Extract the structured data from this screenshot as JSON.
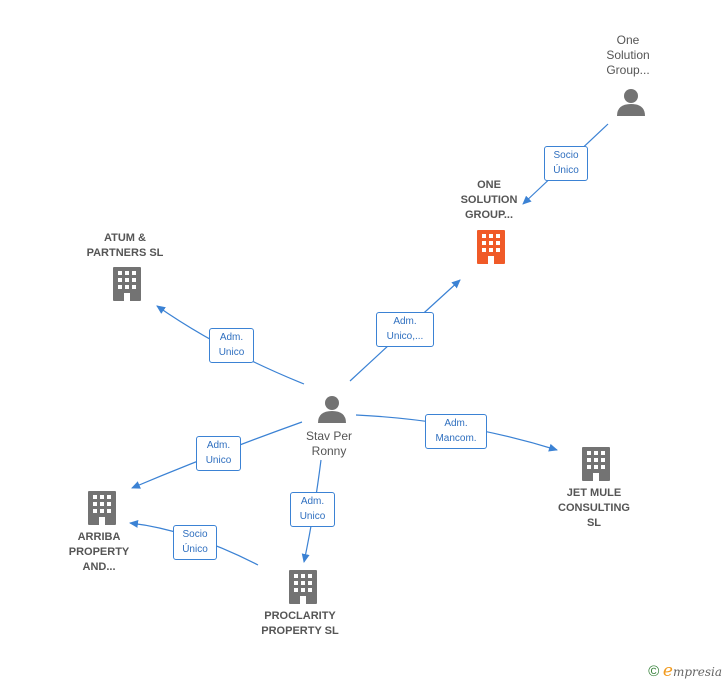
{
  "nodes": {
    "one_solution_group_person": {
      "label_lines": [
        "One",
        "Solution",
        "Group..."
      ]
    },
    "one_solution_group_company": {
      "label_lines": [
        "ONE",
        "SOLUTION",
        "GROUP..."
      ]
    },
    "atum_partners": {
      "label_lines": [
        "ATUM &",
        "PARTNERS SL"
      ]
    },
    "stav_per_ronny": {
      "label_lines": [
        "Stav Per",
        "Ronny"
      ]
    },
    "jet_mule": {
      "label_lines": [
        "JET MULE",
        "CONSULTING",
        "SL"
      ]
    },
    "arriba_property": {
      "label_lines": [
        "ARRIBA",
        "PROPERTY",
        "AND..."
      ]
    },
    "proclarity_property": {
      "label_lines": [
        "PROCLARITY",
        "PROPERTY  SL"
      ]
    }
  },
  "edges": {
    "socio_unico_top": {
      "label_lines": [
        "Socio",
        "Único"
      ]
    },
    "adm_unico_one_solution": {
      "label_lines": [
        "Adm.",
        "Unico,..."
      ]
    },
    "adm_unico_atum": {
      "label_lines": [
        "Adm.",
        "Unico"
      ]
    },
    "adm_mancom_jet": {
      "label_lines": [
        "Adm.",
        "Mancom."
      ]
    },
    "adm_unico_arriba": {
      "label_lines": [
        "Adm.",
        "Unico"
      ]
    },
    "adm_unico_proclarity": {
      "label_lines": [
        "Adm.",
        "Unico"
      ]
    },
    "socio_unico_arriba": {
      "label_lines": [
        "Socio",
        "Único"
      ]
    }
  },
  "colors": {
    "edge": "#3b82d4",
    "building": "#737373",
    "building_highlight": "#f05a28",
    "person": "#737373"
  },
  "brand": {
    "copyright": "©",
    "e": "e",
    "rest": "mpresia"
  }
}
